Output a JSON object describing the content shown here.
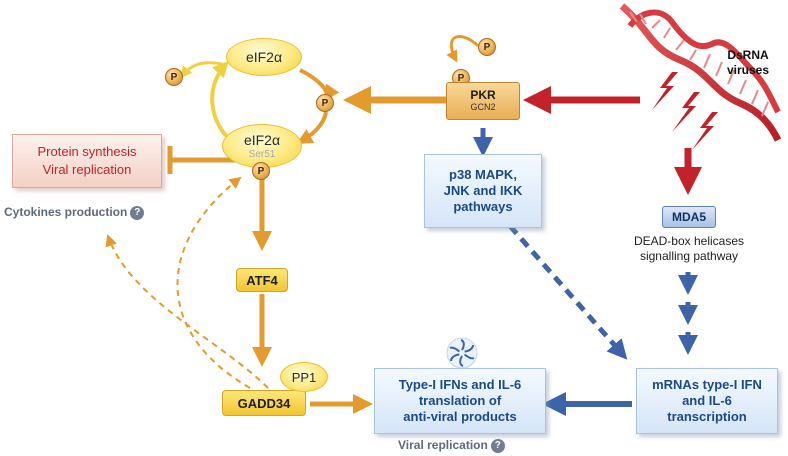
{
  "nodes": {
    "eif2a_top": "eIF2α",
    "eif2a_bottom": "eIF2α",
    "ser51": "Ser51",
    "phospho": "P",
    "pkr": "PKR",
    "gcn2": "GCN2",
    "dsrna_viruses": "DsRNA\nviruses",
    "protein_synthesis": "Protein synthesis",
    "viral_replication_box": "Viral replication",
    "cytokines_production": "Cytokines production",
    "atf4": "ATF4",
    "pp1": "PP1",
    "gadd34": "GADD34",
    "p38_box": "p38 MAPK,\nJNK and IKK\npathways",
    "mda5": "MDA5",
    "dead_box": "DEAD-box helicases\nsignalling pathway",
    "typeI_box": "Type-I IFNs and IL-6\ntranslation of\nanti-viral products",
    "mrna_box": "mRNAs type-I IFN\nand IL-6\ntranscription",
    "viral_replication_bottom": "Viral replication",
    "question_mark": "?"
  },
  "colors": {
    "orange_arrow": "#e39b2f",
    "red_arrow": "#c4222a",
    "blue_arrow": "#3d64a8",
    "blue_text": "#1c4a86",
    "red_text": "#c4222a",
    "yellow_fill": "#fde982"
  },
  "icons": {
    "dna": "dna-helix-icon",
    "lightning": "lightning-bolt-icon",
    "spinner": "pinwheel-icon",
    "question": "question-circle-icon"
  }
}
